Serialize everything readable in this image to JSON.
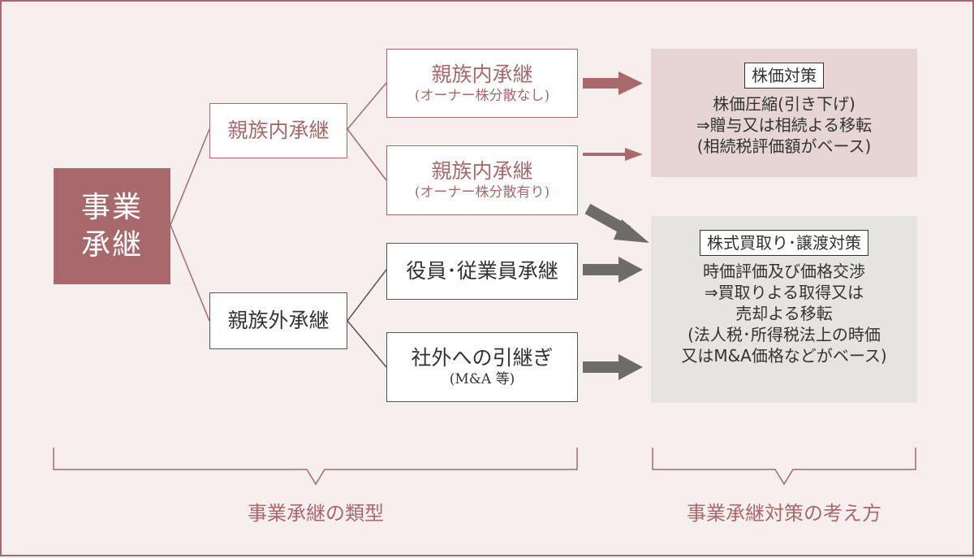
{
  "root": {
    "line1": "事業",
    "line2": "承継"
  },
  "level1": {
    "family": "親族内承継",
    "outside": "親族外承継"
  },
  "level2": {
    "fam_no_disperse": {
      "title": "親族内承継",
      "sub": "(オーナー株分散なし)"
    },
    "fam_disperse": {
      "title": "親族内承継",
      "sub": "(オーナー株分散有り)"
    },
    "employee": {
      "title": "役員･従業員承継"
    },
    "external": {
      "title": "社外への引継ぎ",
      "sub": "(M&A 等)"
    }
  },
  "panels": {
    "stock_price": {
      "tag": "株価対策",
      "lines": [
        "株価圧縮(引き下げ)",
        "⇒贈与又は相続よる移転",
        "(相続税評価額がベース)"
      ]
    },
    "buyback": {
      "tag": "株式買取り･譲渡対策",
      "lines": [
        "時価評価及び価格交渉",
        "⇒買取りよる取得又は",
        "売却よる移転",
        "(法人税･所得税法上の時価",
        "又はM&A価格などがベース)"
      ]
    }
  },
  "footer": {
    "types": "事業承継の類型",
    "measures": "事業承継対策の考え方"
  },
  "colors": {
    "accent": "#a8696c",
    "dark": "#6e6c68",
    "background": "#f6efee",
    "panel_pink": "#e7d5d5",
    "panel_gray": "#e5e4e1"
  }
}
